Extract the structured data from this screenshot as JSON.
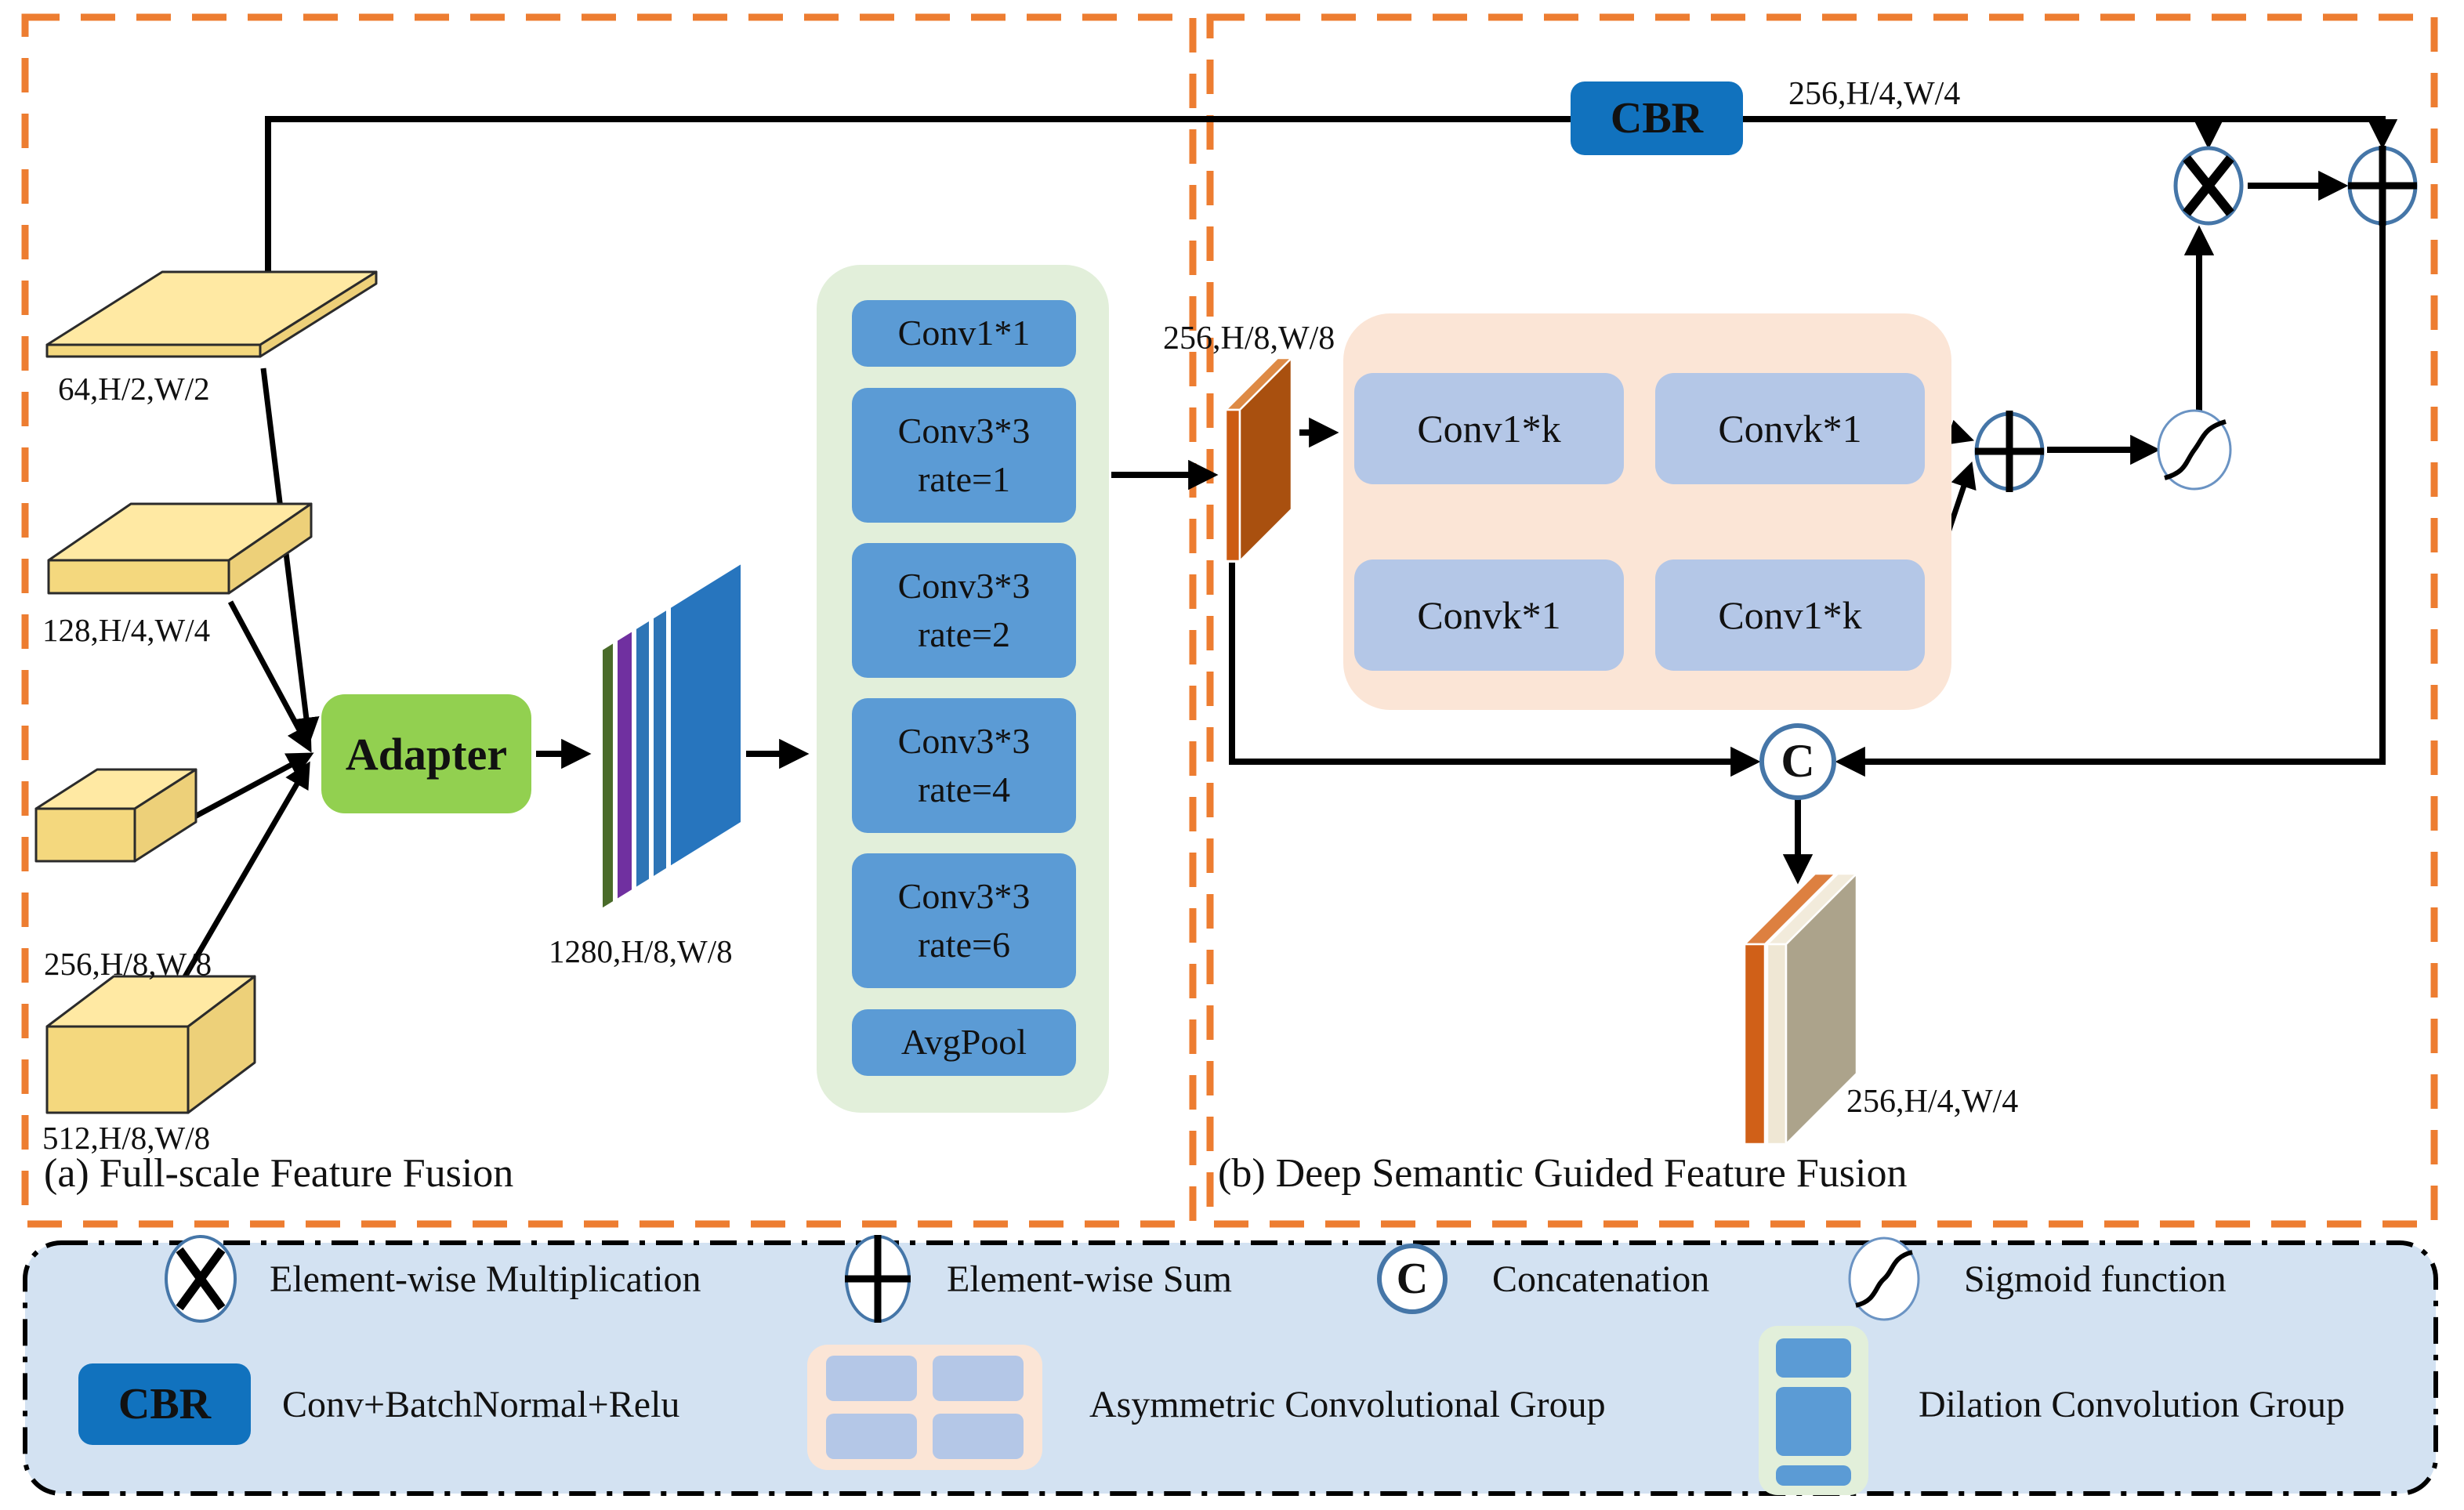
{
  "panel_a": {
    "caption": "(a) Full-scale Feature Fusion",
    "input_labels": [
      "64,H/2,W/2",
      "128,H/4,W/4",
      "256,H/8,W/8",
      "512,H/8,W/8"
    ],
    "adapter": "Adapter",
    "stack_label": "1280,H/8,W/8",
    "aspp_boxes": [
      {
        "line1": "Conv1*1",
        "line2": ""
      },
      {
        "line1": "Conv3*3",
        "line2": "rate=1"
      },
      {
        "line1": "Conv3*3",
        "line2": "rate=2"
      },
      {
        "line1": "Conv3*3",
        "line2": "rate=4"
      },
      {
        "line1": "Conv3*3",
        "line2": "rate=6"
      },
      {
        "line1": "AvgPool",
        "line2": ""
      }
    ]
  },
  "panel_b": {
    "caption": "(b) Deep Semantic Guided Feature Fusion",
    "cbr": "CBR",
    "cbr_out_label": "256,H/4,W/4",
    "input_label": "256,H/8,W/8",
    "acg_boxes": [
      "Conv1*k",
      "Convk*1",
      "Convk*1",
      "Conv1*k"
    ],
    "concat": "C",
    "output_label": "256,H/4,W/4"
  },
  "legend": {
    "multiply": "Element-wise Multiplication",
    "sum": "Element-wise Sum",
    "concat_symbol": "C",
    "concat": "Concatenation",
    "sigmoid": "Sigmoid function",
    "cbr_symbol": "CBR",
    "cbr": "Conv+BatchNormal+Relu",
    "asymmetric": "Asymmetric Convolutional Group",
    "dilation": "Dilation Convolution Group"
  },
  "colors": {
    "accent_orange": "#ED7D31",
    "cbr_blue": "#1172BE",
    "conv_blue": "#5B9BD5",
    "acg_box_blue": "#B4C7E7",
    "adapter_green": "#92D050",
    "aspp_bg_green": "#E2EFDA",
    "acg_bg_peach": "#FBE5D6",
    "legend_bg_blue": "#D3E2F2",
    "slab_yellow": "#FFE9A3",
    "slab_orange": "#CC5B12",
    "node_ring_blue": "#4576A8"
  }
}
